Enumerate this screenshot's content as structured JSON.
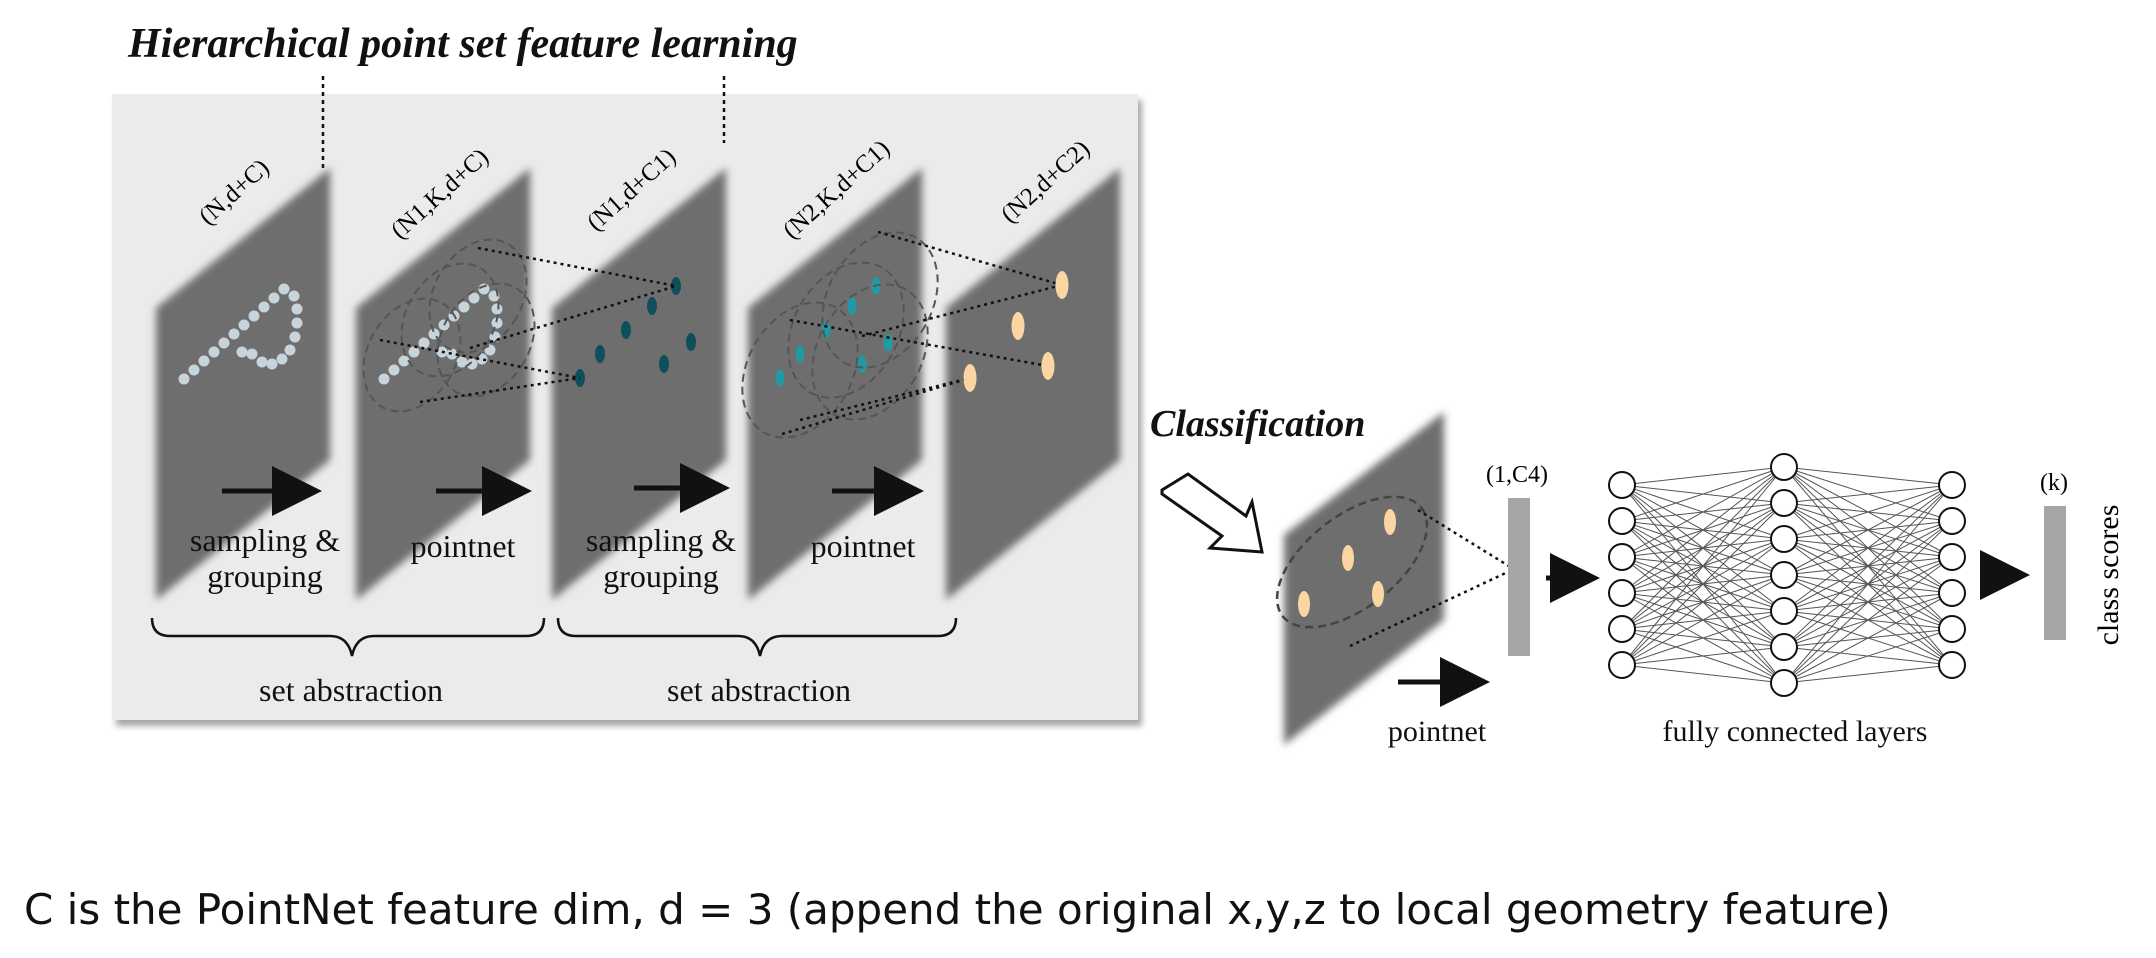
{
  "header": {
    "title": "Hierarchical point set feature learning",
    "classification_title": "Classification"
  },
  "dims": {
    "d0": "(N,d+C)",
    "d1": "(N1,K,d+C)",
    "d2": "(N1,d+C1)",
    "d3": "(N2,K,d+C1)",
    "d4": "(N2,d+C2)",
    "global": "(1,C4)",
    "k": "(k)"
  },
  "stages": {
    "sampling_grouping_1": [
      "sampling &",
      "grouping"
    ],
    "pointnet_1": "pointnet",
    "sampling_grouping_2": [
      "sampling &",
      "grouping"
    ],
    "pointnet_2": "pointnet",
    "set_abstraction_1": "set abstraction",
    "set_abstraction_2": "set abstraction"
  },
  "classifier": {
    "pointnet": "pointnet",
    "fc_layers": "fully connected layers",
    "class_scores": "class scores"
  },
  "footer": {
    "note": "C is the PointNet feature dim, d = 3 (append the original x,y,z to local geometry feature)"
  },
  "colors": {
    "panel_bg": "#ebebeb",
    "plane": "#6e6e6e",
    "input_point": "#c8d4dc",
    "dark_teal": "#0f4f5c",
    "teal": "#1f9aa6",
    "orange": "#fbd5a2",
    "bar": "#a6a6a6"
  },
  "network": {
    "layer_sizes": [
      6,
      7,
      6
    ]
  }
}
